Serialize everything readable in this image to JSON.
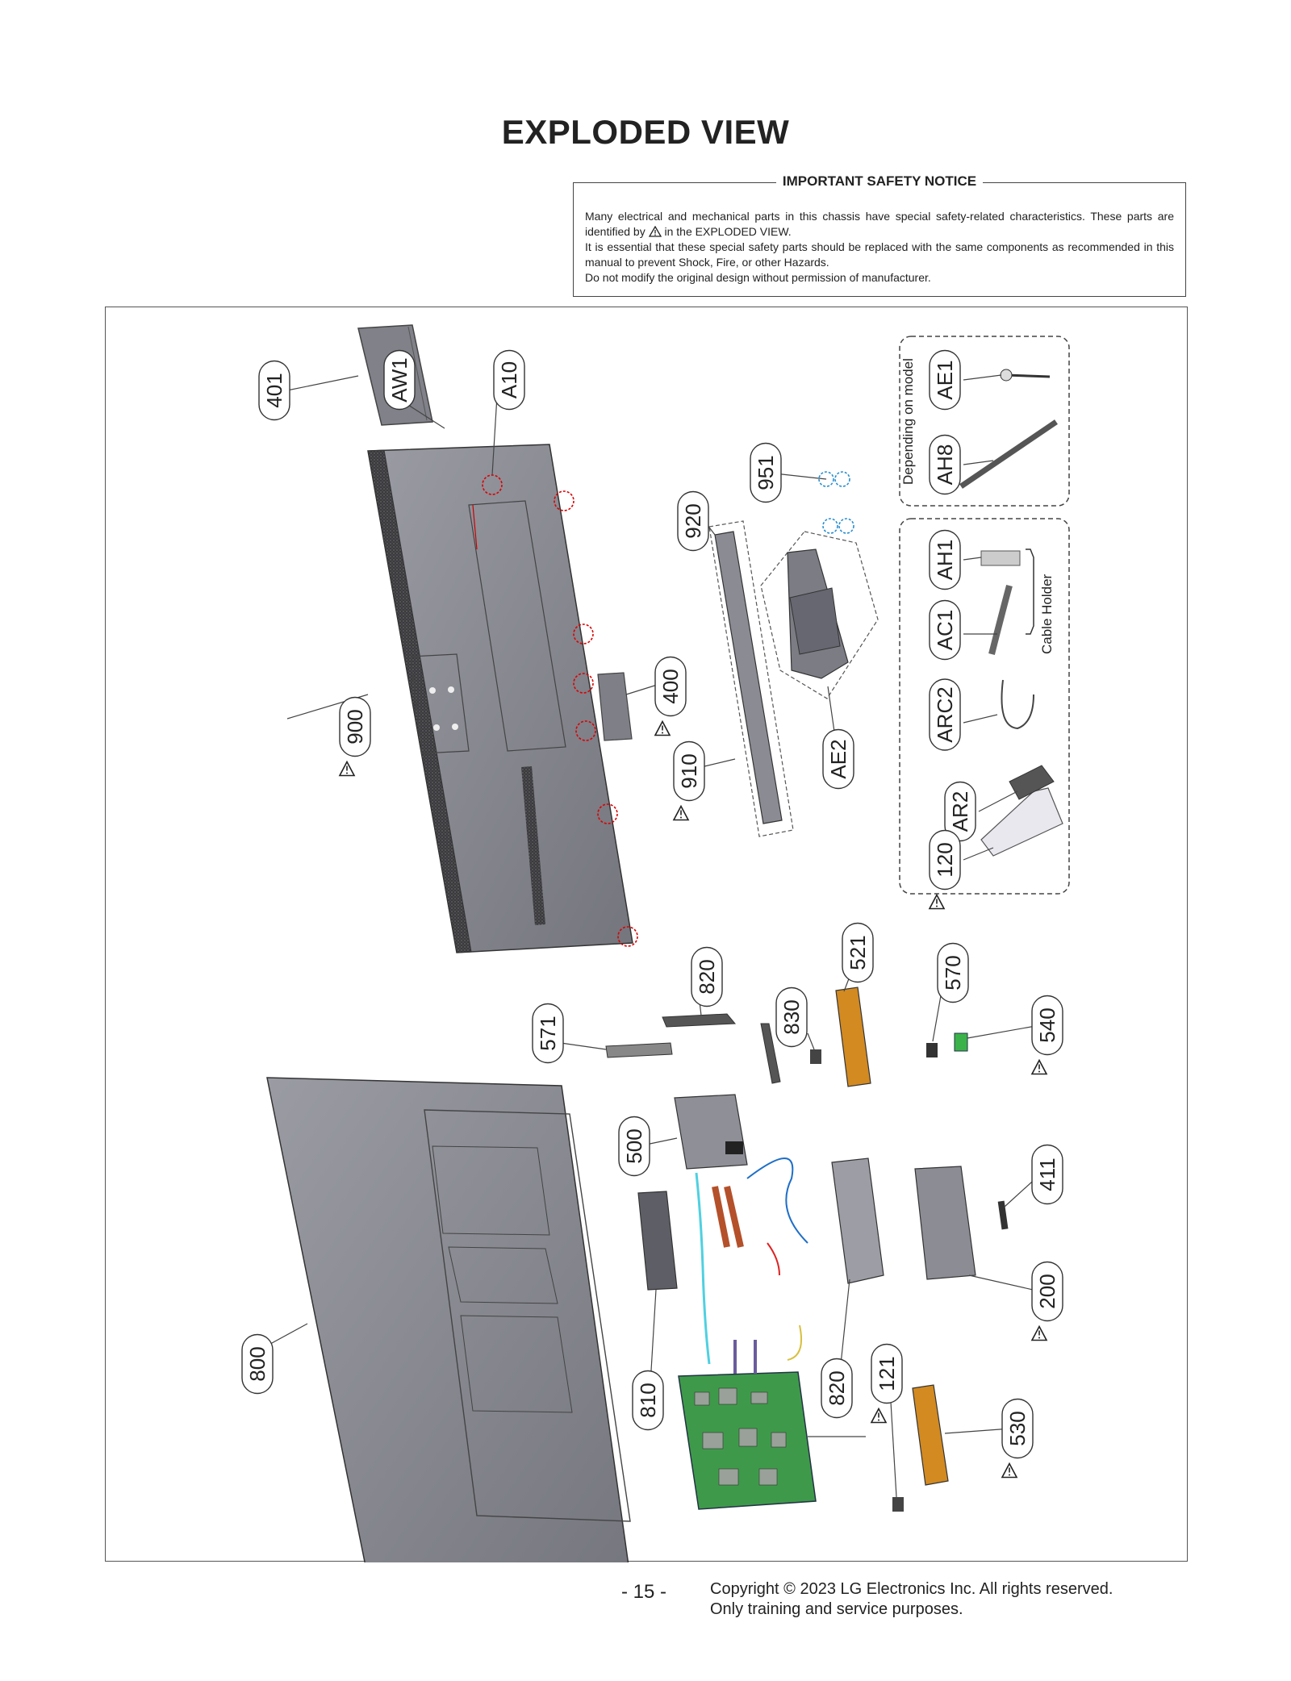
{
  "page": {
    "title": "EXPLODED VIEW",
    "page_number": "- 15 -",
    "copyright_line1": "Copyright © 2023 LG Electronics Inc. All rights reserved.",
    "copyright_line2": "Only training and service purposes."
  },
  "notice": {
    "title": "IMPORTANT SAFETY NOTICE",
    "line1a": "Many electrical and mechanical parts in this chassis have special safety-related characteristics. These parts are identified by",
    "line1b": "in the EXPLODED VIEW.",
    "line2": "It is essential that these special safety parts should be replaced with the same components as recommended in this manual to prevent Shock, Fire, or other Hazards.",
    "line3": "Do not modify the original design without permission of manufacturer."
  },
  "groups": {
    "depending_on_model": "Depending on model",
    "cable_holder": "Cable Holder"
  },
  "callouts": [
    {
      "id": "401",
      "safety": false
    },
    {
      "id": "AW1",
      "safety": false
    },
    {
      "id": "A10",
      "safety": false
    },
    {
      "id": "951",
      "safety": false
    },
    {
      "id": "920",
      "safety": false
    },
    {
      "id": "400",
      "safety": true
    },
    {
      "id": "900",
      "safety": true
    },
    {
      "id": "910",
      "safety": true
    },
    {
      "id": "AE2",
      "safety": false
    },
    {
      "id": "AE1",
      "safety": false
    },
    {
      "id": "AH8",
      "safety": false
    },
    {
      "id": "AH1",
      "safety": false
    },
    {
      "id": "AC1",
      "safety": false
    },
    {
      "id": "ARC2",
      "safety": false
    },
    {
      "id": "AR2",
      "safety": false
    },
    {
      "id": "120",
      "safety": true
    },
    {
      "id": "521",
      "safety": false
    },
    {
      "id": "820",
      "safety": false
    },
    {
      "id": "830",
      "safety": false
    },
    {
      "id": "571",
      "safety": false
    },
    {
      "id": "570",
      "safety": false
    },
    {
      "id": "540",
      "safety": true
    },
    {
      "id": "500",
      "safety": false
    },
    {
      "id": "411",
      "safety": false
    },
    {
      "id": "200",
      "safety": true
    },
    {
      "id": "800",
      "safety": false
    },
    {
      "id": "810",
      "safety": false
    },
    {
      "id": "820",
      "safety": false
    },
    {
      "id": "121",
      "safety": true
    },
    {
      "id": "530",
      "safety": true
    }
  ]
}
